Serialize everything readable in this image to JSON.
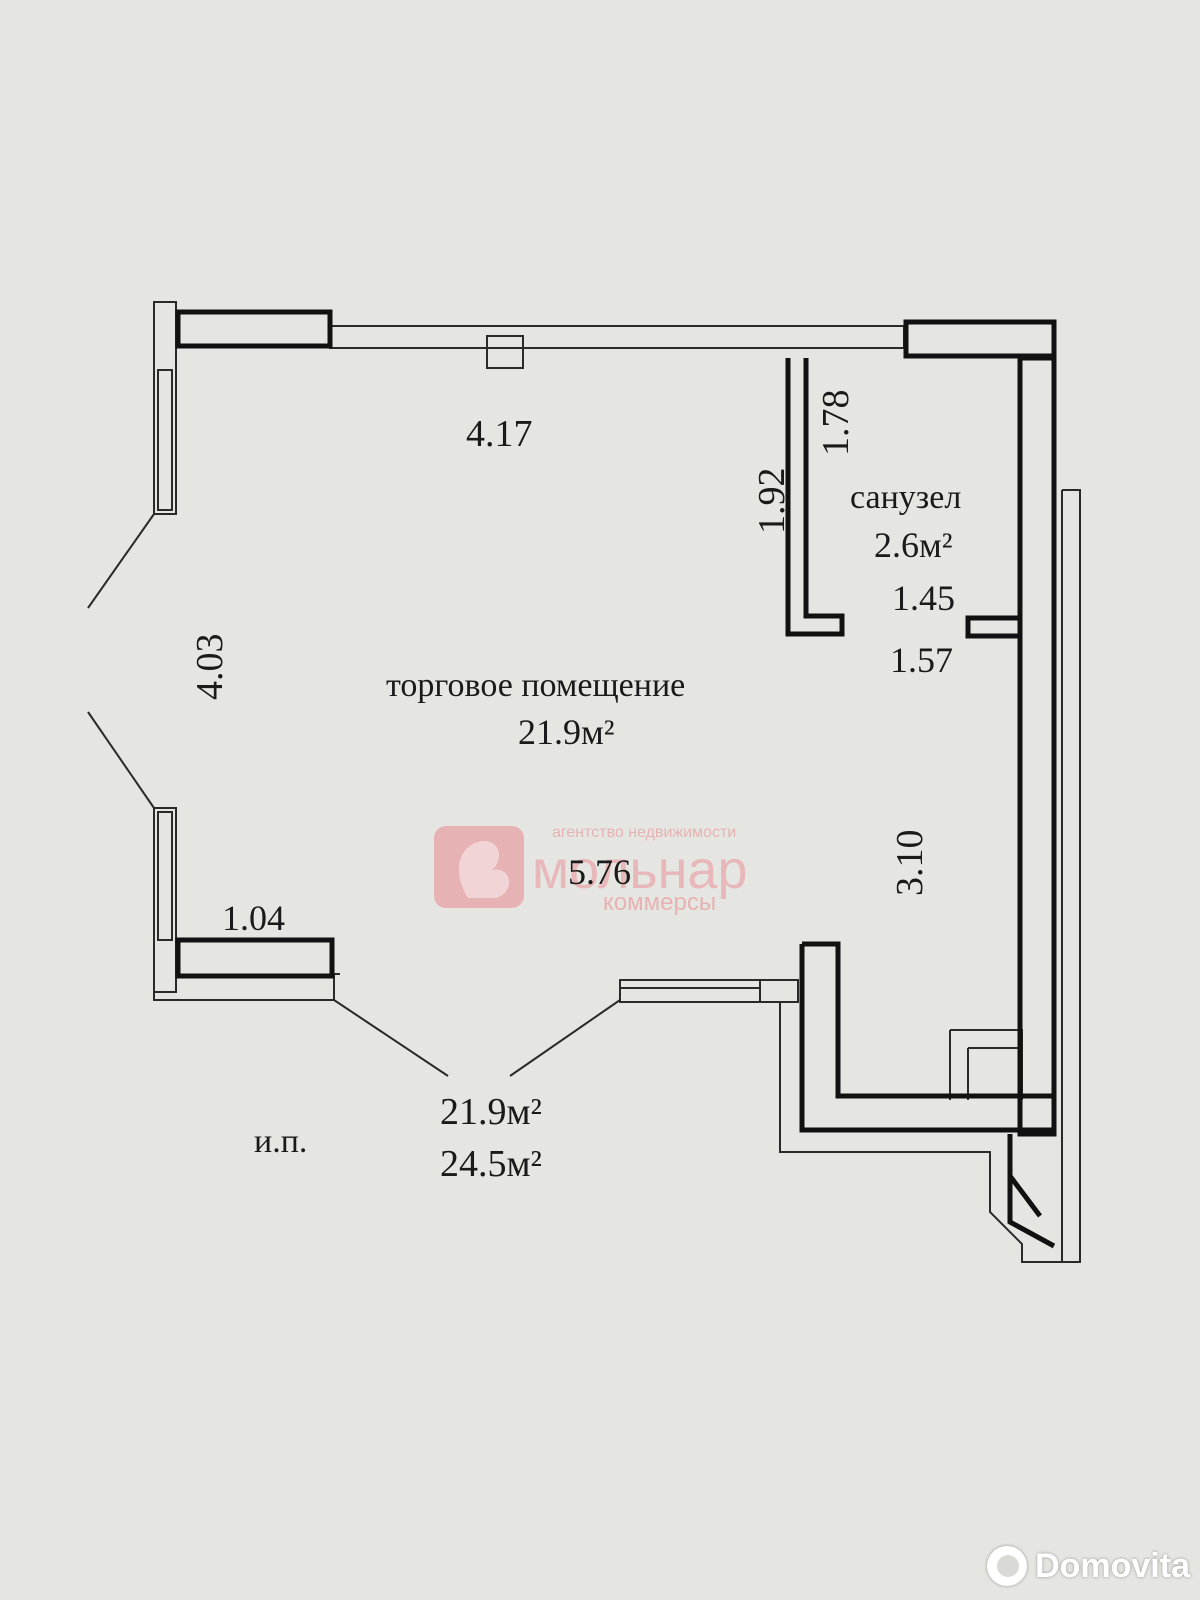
{
  "plan": {
    "dimensions": {
      "top_width": "4.17",
      "left_width": "4.03",
      "bath_wall_outer": "1.92",
      "bath_wall_inner": "1.78",
      "bath_right_a": "1.45",
      "bath_right_b": "1.57",
      "right_wall": "3.10",
      "center_width": "5.76",
      "bottom_left_stub": "1.04"
    },
    "rooms": {
      "main_name": "торговое помещение",
      "main_area": "21.9м²",
      "bath_name": "санузел",
      "bath_area": "2.6м²"
    },
    "totals": {
      "label": "и.п.",
      "area_1": "21.9м²",
      "area_2": "24.5м²"
    }
  },
  "watermark": {
    "top_text": "агентство недвижимости",
    "brand": "мольнар",
    "sub_text": "коммерсы",
    "color": "#e8a9ad"
  },
  "badge": {
    "site_name": "Domovita"
  }
}
